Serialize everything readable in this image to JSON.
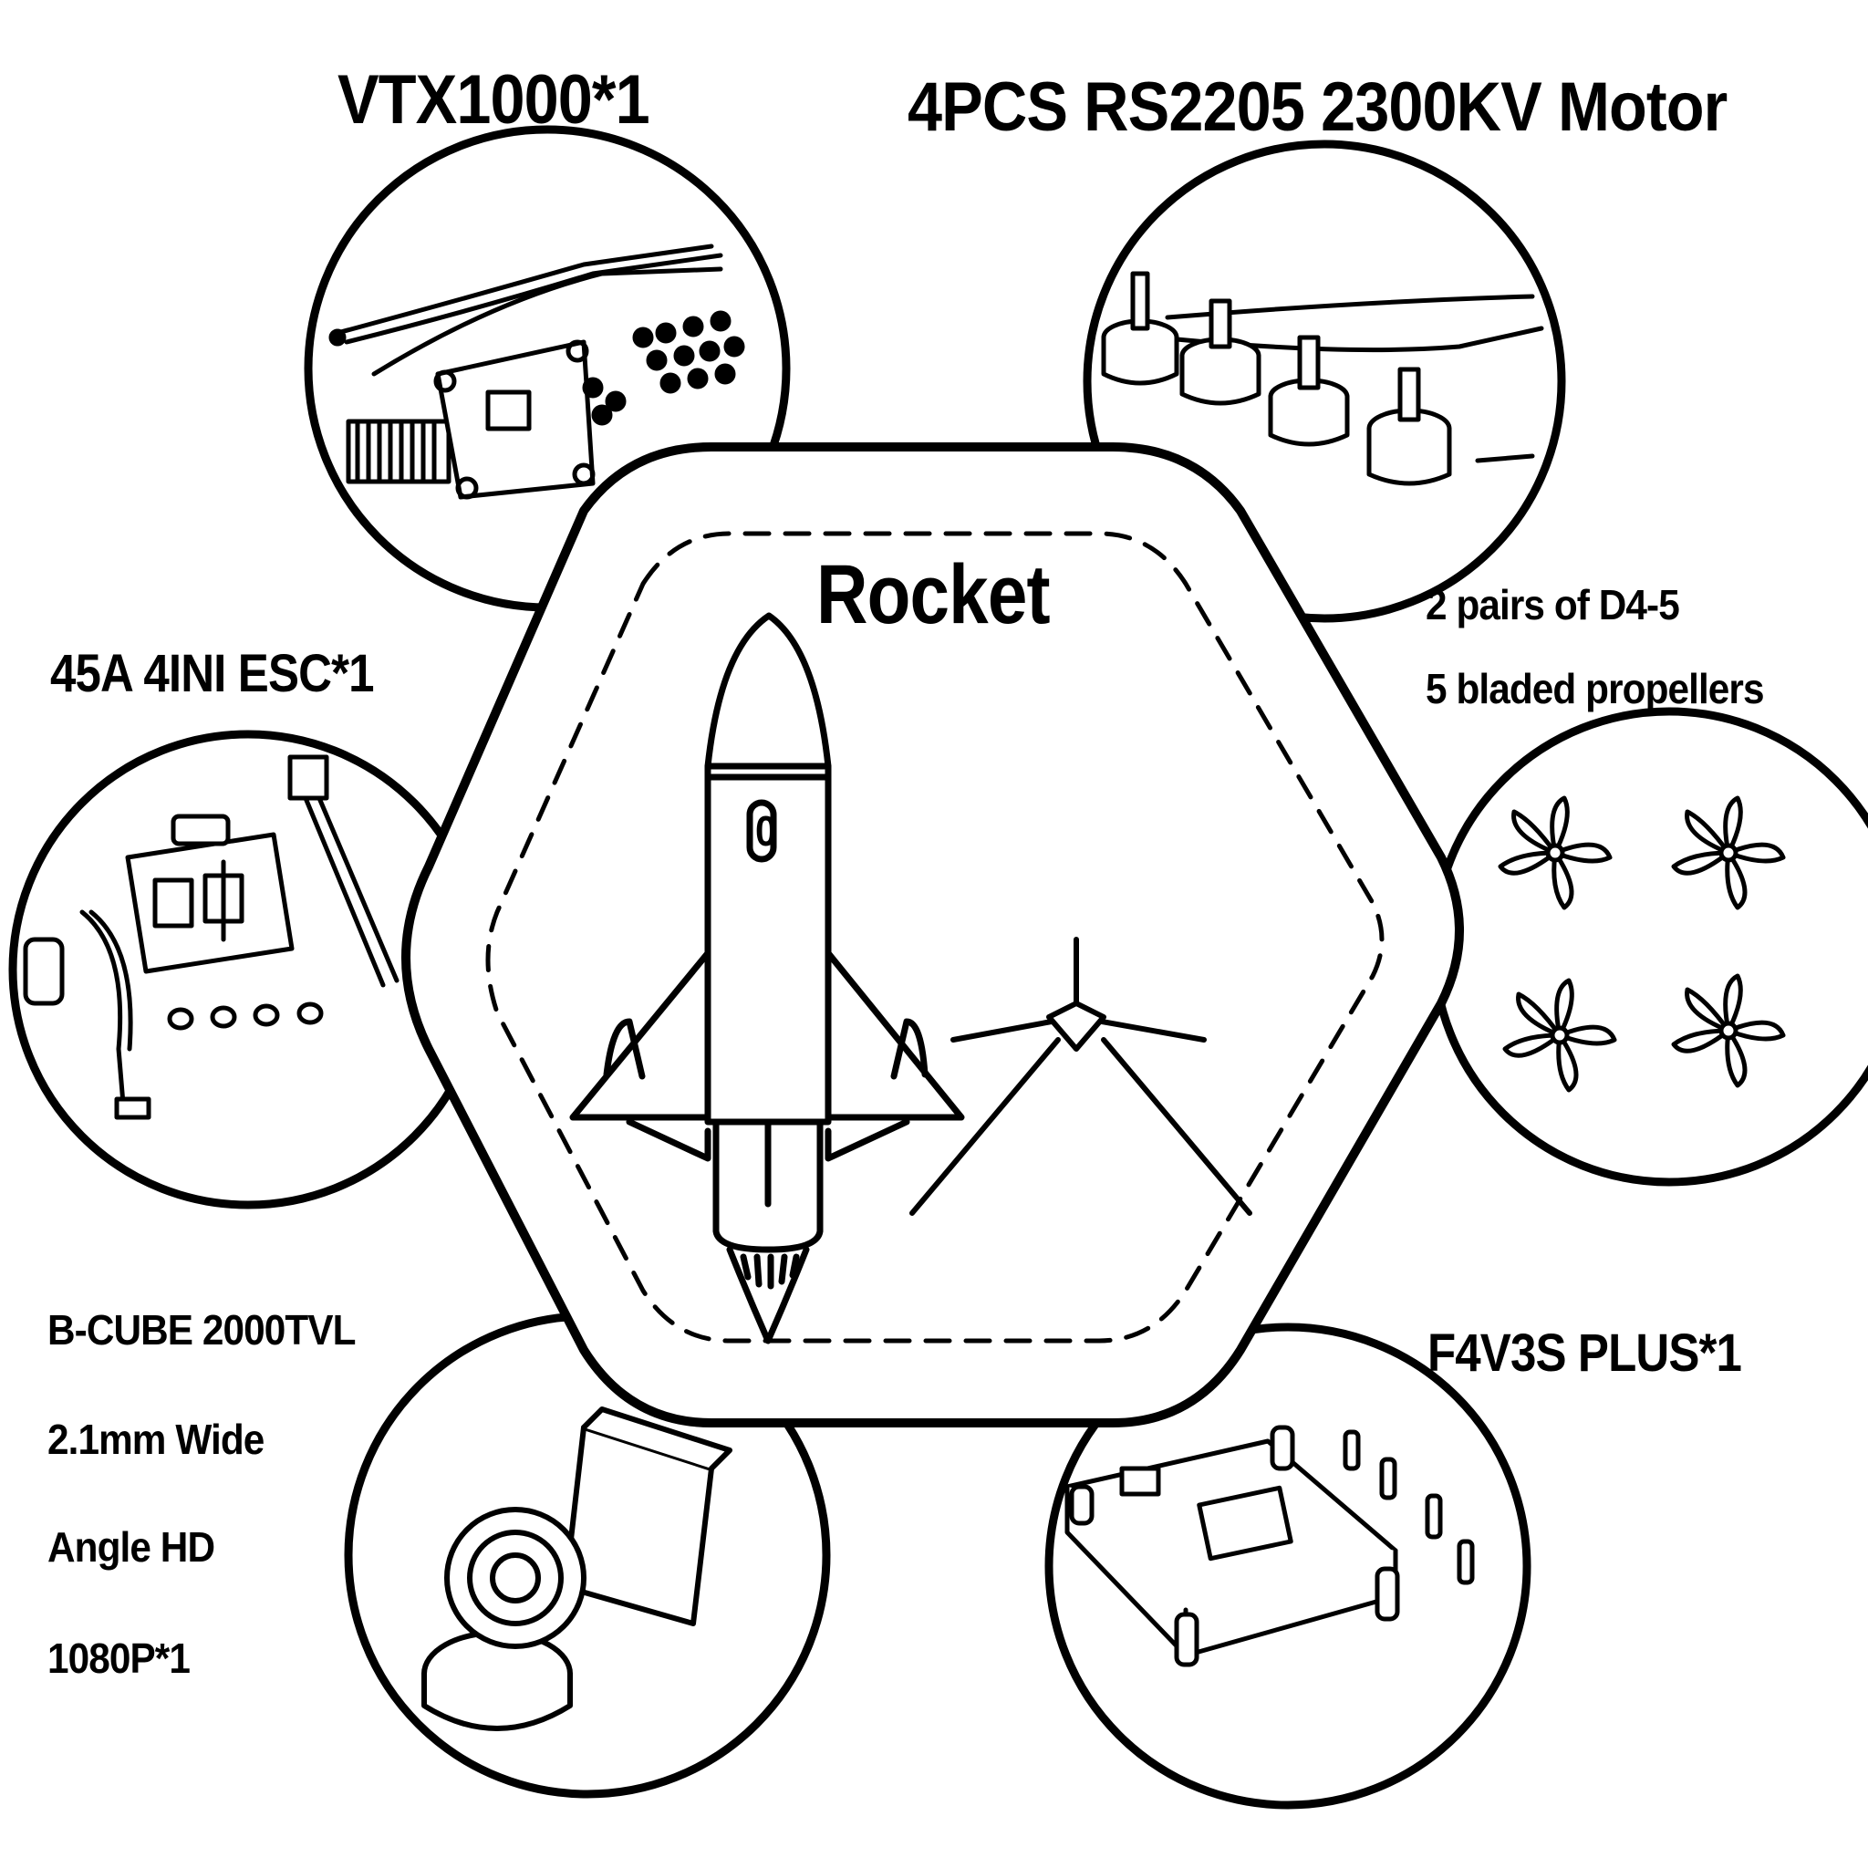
{
  "center": {
    "title": "Rocket",
    "rocket_badge": "0"
  },
  "parts": {
    "vtx": {
      "label": "VTX1000*1",
      "icon": "vtx-kit-icon"
    },
    "motor": {
      "label": "4PCS RS2205 2300KV Motor",
      "icon": "motor-icon"
    },
    "props": {
      "line1": "2 pairs of D4-5",
      "line2": "5 bladed  propellers",
      "icon": "propeller-icon"
    },
    "esc": {
      "label": "45A 4INI ESC*1",
      "icon": "esc-board-icon"
    },
    "camera": {
      "line1": "B-CUBE 2000TVL",
      "line2": "2.1mm Wide",
      "line3": "Angle HD",
      "line4": "1080P*1",
      "icon": "camera-icon"
    },
    "fc": {
      "label": "F4V3S PLUS*1",
      "icon": "flight-controller-icon"
    }
  },
  "colors": {
    "ink": "#000000",
    "paper": "#ffffff"
  }
}
